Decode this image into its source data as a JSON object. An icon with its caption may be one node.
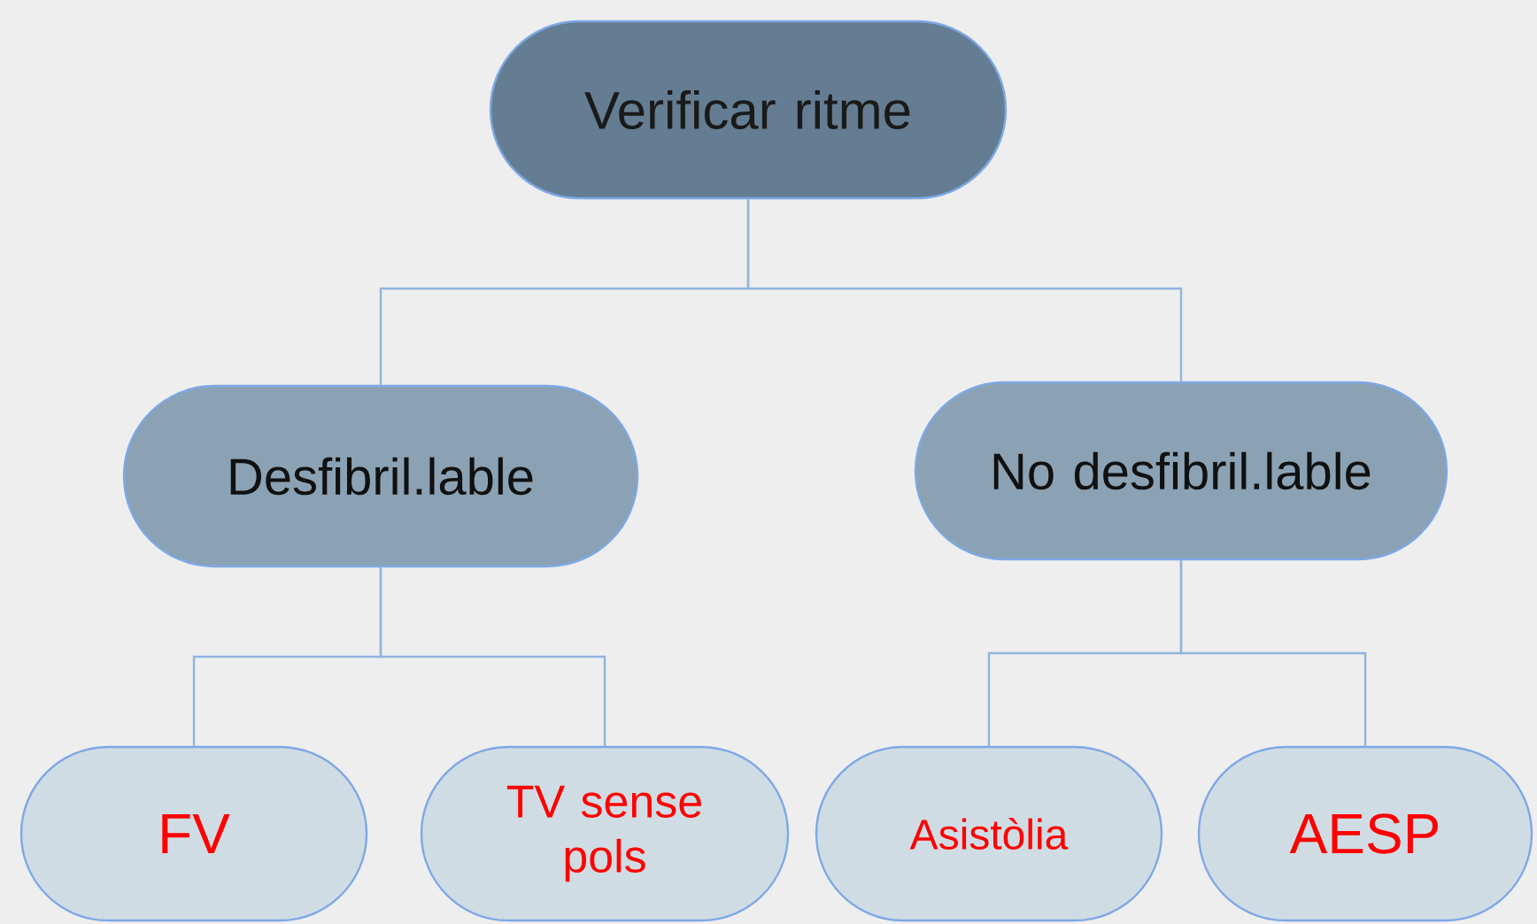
{
  "diagram": {
    "nodes": [
      {
        "text": [
          "Verificar ritme"
        ]
      },
      {
        "text": [
          "Desfibril.lable"
        ]
      },
      {
        "text": [
          "No desfibril.lable"
        ]
      },
      {
        "text": [
          "FV"
        ]
      },
      {
        "text": [
          "TV sense pols"
        ]
      },
      {
        "text": [
          "Asistòlia"
        ]
      },
      {
        "text": [
          "AESP"
        ]
      }
    ],
    "edges": [
      {
        "from": 0,
        "to": 1,
        "arrow": "none"
      },
      {
        "from": 0,
        "to": 2,
        "arrow": "none"
      },
      {
        "from": 1,
        "to": 3,
        "arrow": "none"
      },
      {
        "from": 1,
        "to": 4,
        "arrow": "none"
      },
      {
        "from": 2,
        "to": 5,
        "arrow": "none"
      },
      {
        "from": 2,
        "to": 6,
        "arrow": "none"
      }
    ]
  }
}
